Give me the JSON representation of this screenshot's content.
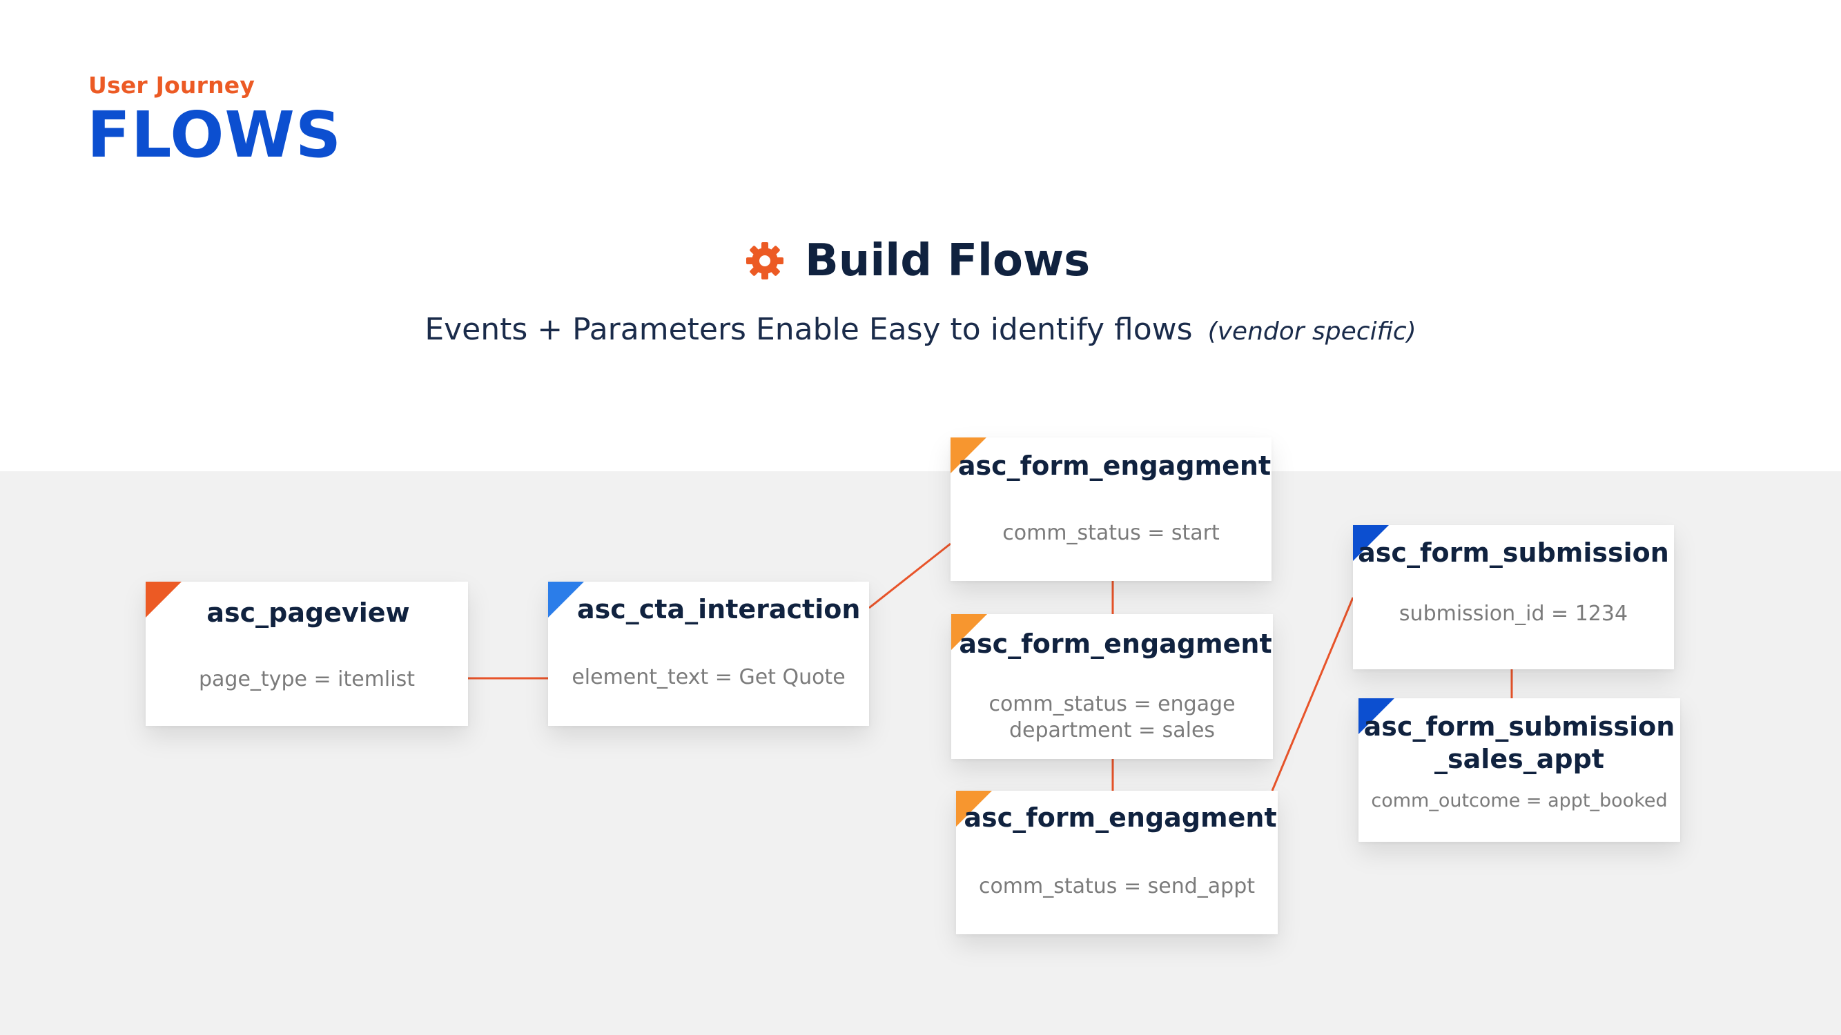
{
  "header": {
    "kicker": "User Journey",
    "title": "FLOWS"
  },
  "section": {
    "icon": "gear-icon",
    "heading": "Build Flows",
    "subtitle": "Events + Parameters Enable Easy to identify flows",
    "subtitle_note": "(vendor specific)"
  },
  "colors": {
    "accent_orange": "#ec5a24",
    "accent_light_orange": "#f7962f",
    "accent_blue": "#0c4fd0",
    "accent_light_blue": "#2b7de9",
    "connector": "#e8542a",
    "band": "#f1f1f1",
    "text_dark": "#10223f",
    "text_muted": "#7b7b7b"
  },
  "cards": [
    {
      "name": "asc_pageview",
      "params": [
        "page_type = itemlist"
      ],
      "corner": "#ec5a24"
    },
    {
      "name": "asc_cta_interaction",
      "params": [
        "element_text = Get Quote"
      ],
      "corner": "#2b7de9"
    },
    {
      "name": "asc_form_engagment",
      "params": [
        "comm_status = start"
      ],
      "corner": "#f7962f"
    },
    {
      "name": "asc_form_engagment",
      "params": [
        "comm_status = engage",
        "department = sales"
      ],
      "corner": "#f7962f"
    },
    {
      "name": "asc_form_engagment",
      "params": [
        "comm_status  = send_appt"
      ],
      "corner": "#f7962f"
    },
    {
      "name": "asc_form_submission",
      "params": [
        "submission_id = 1234"
      ],
      "corner": "#0c4fd0"
    },
    {
      "name_lines": [
        "asc_form_submission",
        "_sales_appt"
      ],
      "params": [
        "comm_outcome   = appt_booked"
      ],
      "corner": "#0c4fd0"
    }
  ]
}
